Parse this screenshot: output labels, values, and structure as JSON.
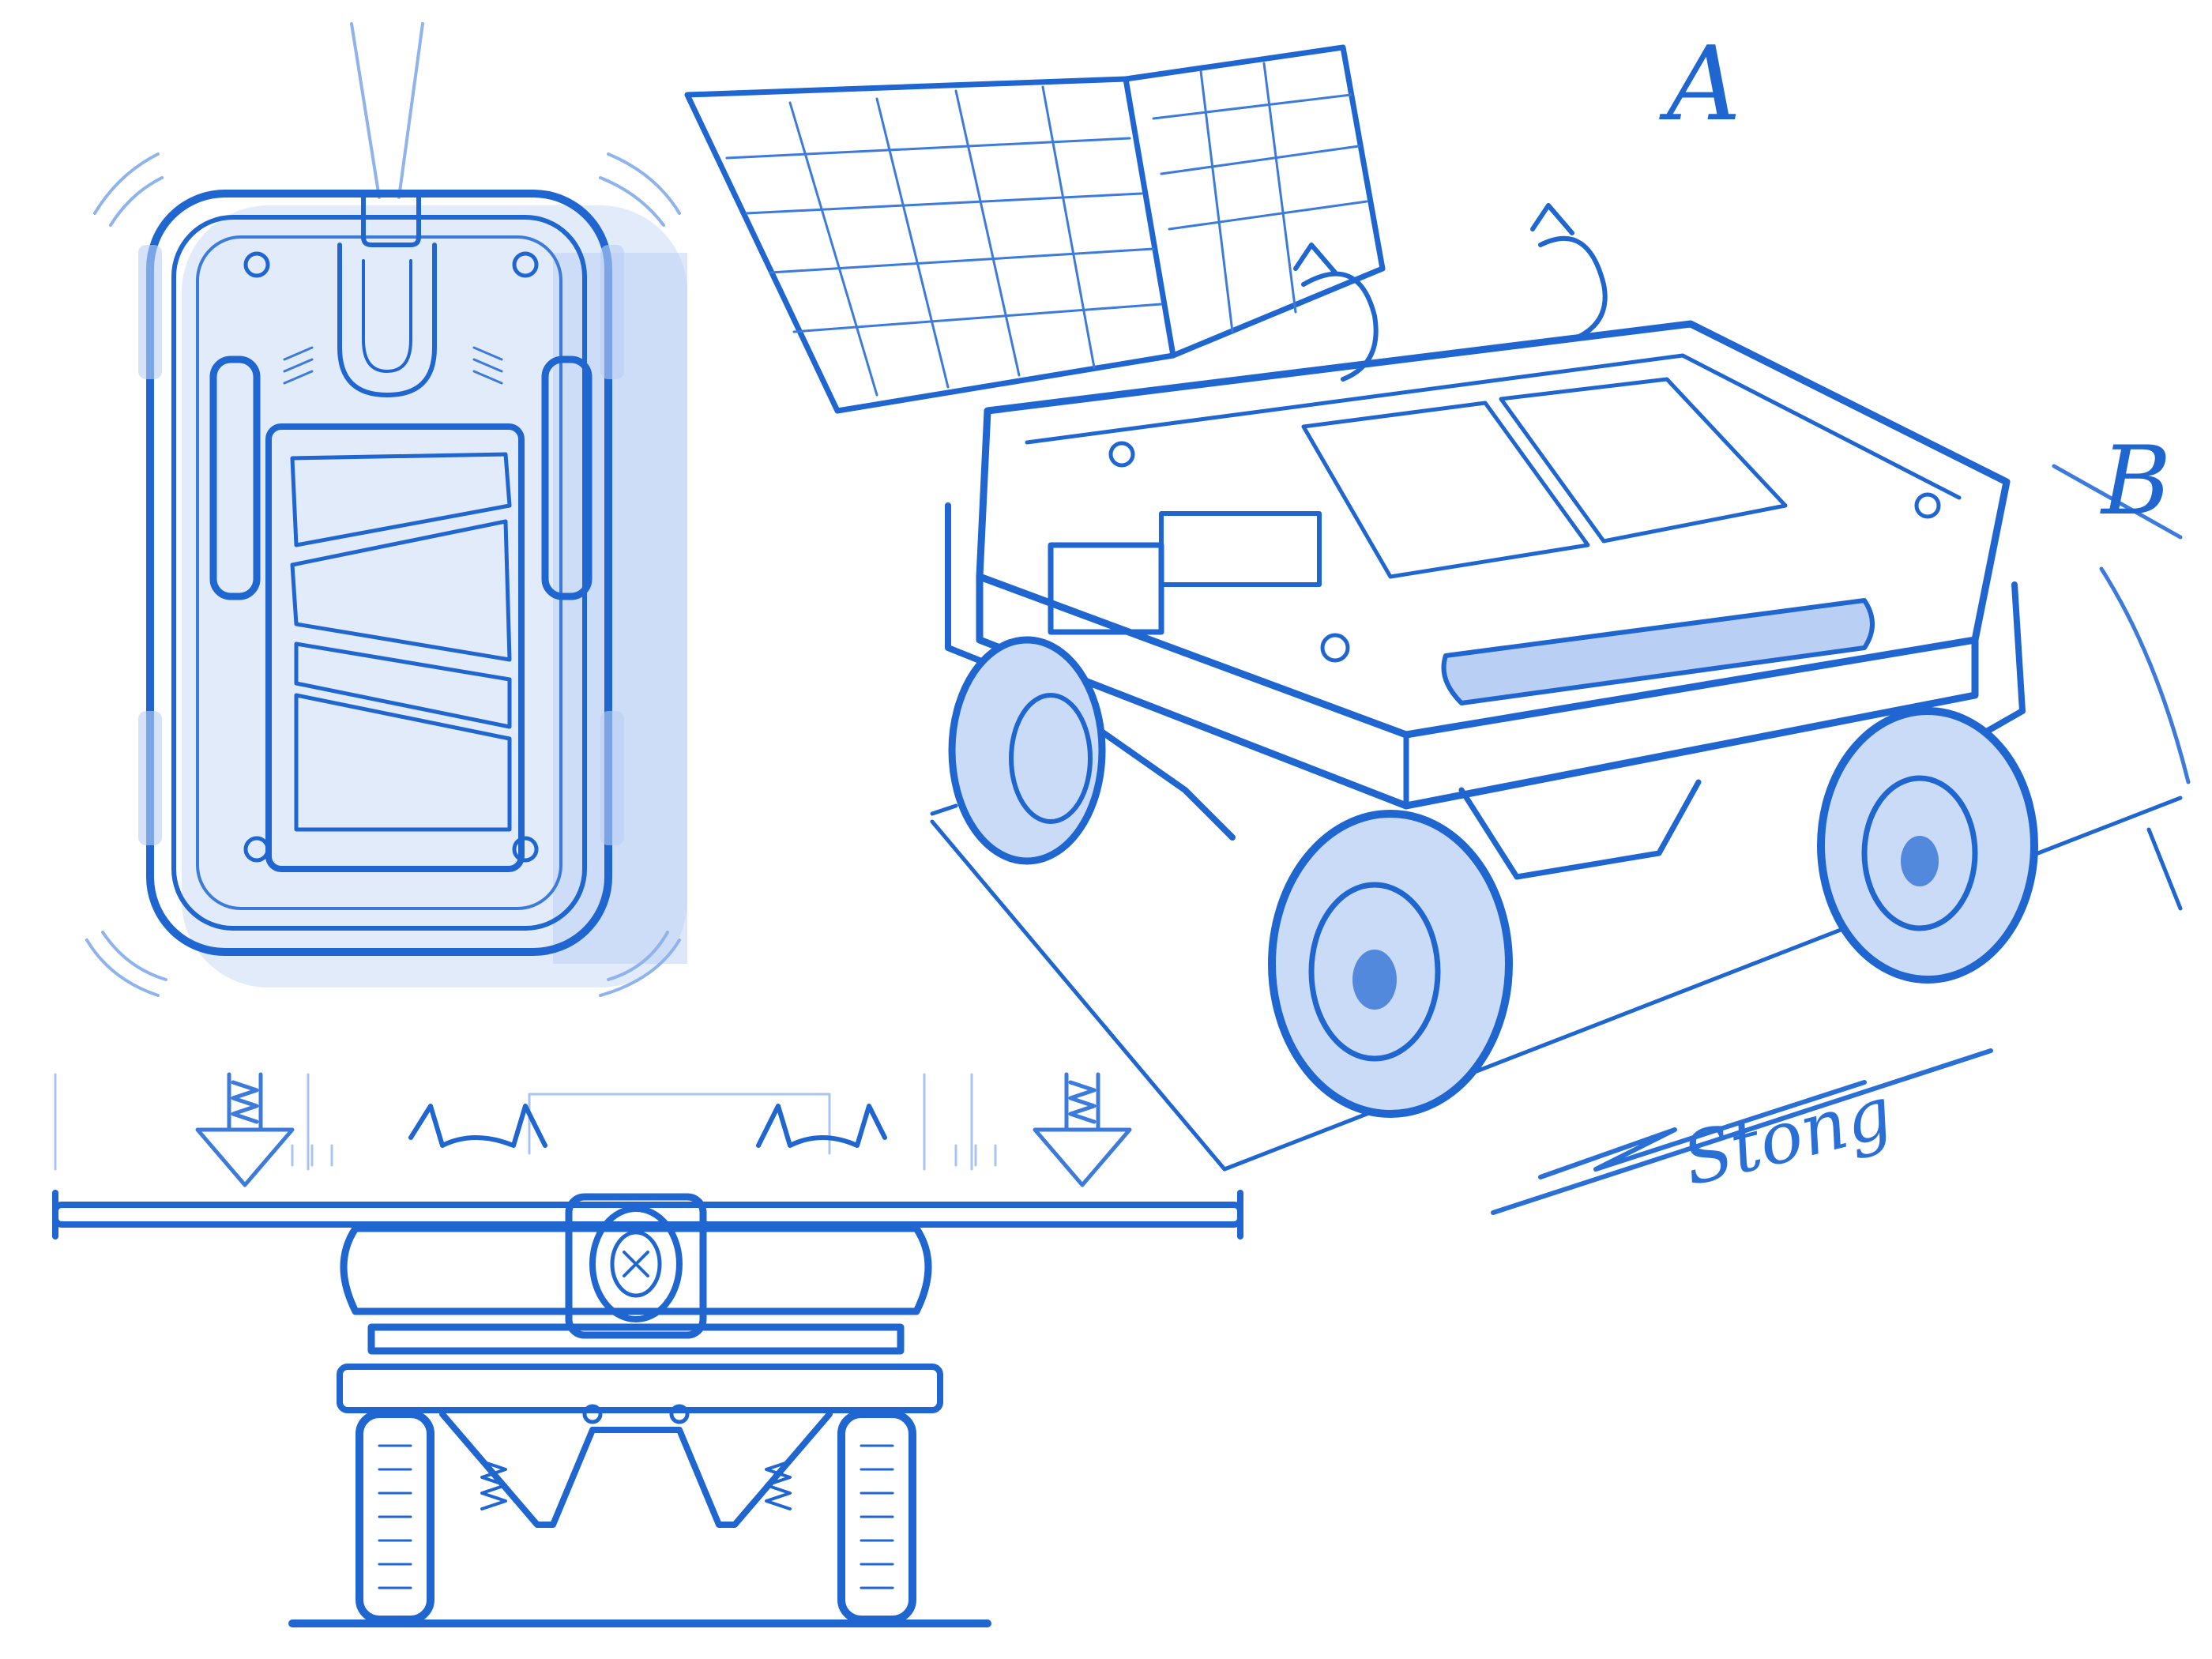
{
  "artwork": {
    "type": "concept sketch",
    "subject": "solar-powered wheeled robot rover",
    "medium": "digital blue pencil",
    "background_color": "#ffffff",
    "ink_color": "#1f66d1",
    "light_ink_color": "#8fb3ec",
    "shade_color": "#b9cff3"
  },
  "views": {
    "top": {
      "name": "top view",
      "features": [
        "rounded rectangular chassis",
        "front antennas",
        "side handles",
        "central hatch with diagonal ribs",
        "corner bolts",
        "motion arcs at corners"
      ]
    },
    "front": {
      "name": "front view",
      "features": [
        "extended solar arms",
        "central camera lens",
        "down arrows with springs",
        "four-wheel suspension"
      ]
    },
    "perspective": {
      "name": "isometric view",
      "features": [
        "two folding solar panels",
        "rotation arrows",
        "bumpers",
        "four wheels",
        "ground plane with dimension lines"
      ]
    }
  },
  "labels": {
    "a": "A",
    "b": "B"
  },
  "signature": "Stong"
}
